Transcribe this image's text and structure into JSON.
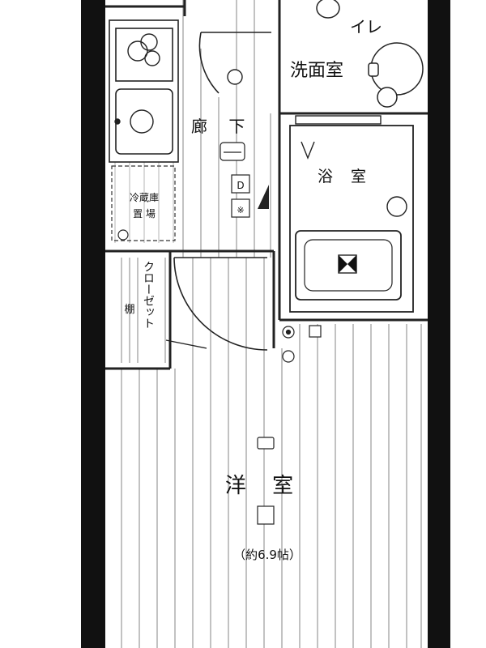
{
  "rooms": {
    "toilet": "イレ",
    "washroom": "洗面室",
    "hallway": "廊 下",
    "bathroom": "浴 室",
    "fridge_space_line1": "冷蔵庫",
    "fridge_space_line2": "置 場",
    "closet": "クローゼット",
    "shelf": "棚",
    "western_room": "洋 室",
    "western_room_size": "（約6.9帖）"
  },
  "fixtures": {
    "d_marks": [
      "D",
      "※"
    ]
  },
  "colors": {
    "wall": "#111111",
    "line": "#222222",
    "floor_hatch": "#9a9a9a",
    "background": "#ffffff"
  }
}
